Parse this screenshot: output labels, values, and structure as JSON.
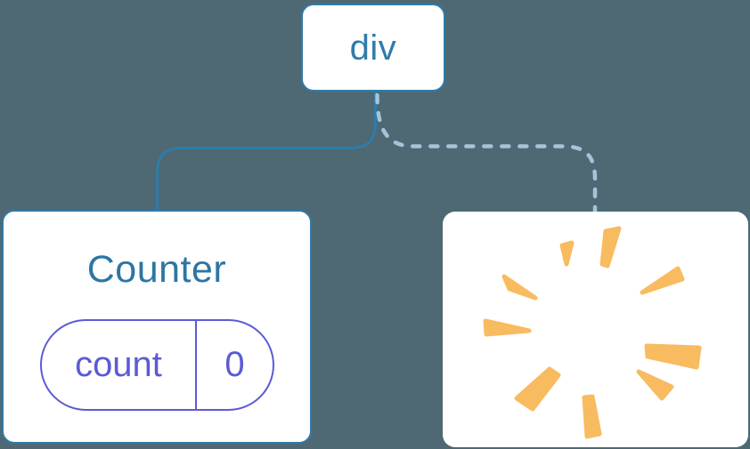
{
  "diagram": {
    "description": "Component tree: div root keeps Counter with state, second child removed (poof)",
    "root": {
      "label": "div"
    },
    "counter": {
      "title": "Counter",
      "state": {
        "key": "count",
        "value": "0"
      }
    },
    "removed": {
      "icon": "poof-starburst"
    },
    "edges": [
      {
        "from": "div",
        "to": "Counter",
        "style": "solid"
      },
      {
        "from": "div",
        "to": "removed",
        "style": "dashed"
      }
    ]
  },
  "colors": {
    "background": "#4E6973",
    "node_bg": "#FFFFFF",
    "blue": "#2E7CAB",
    "dashed_blue": "#A6C3D8",
    "purple": "#5B5BD6",
    "poof_orange": "#F9BB60"
  }
}
